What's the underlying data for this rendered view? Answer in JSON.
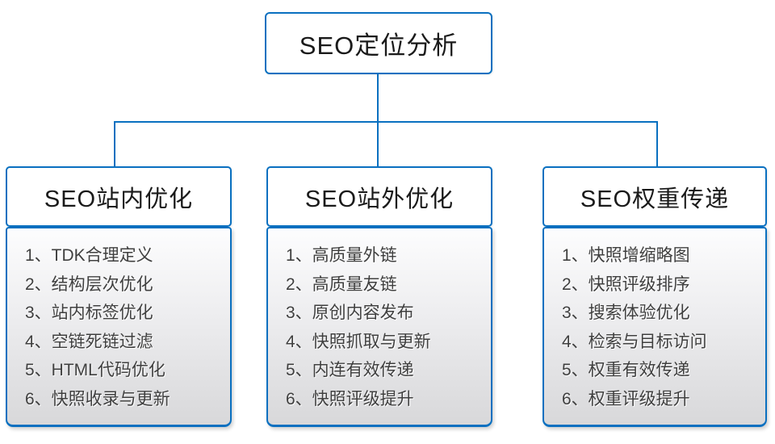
{
  "root": {
    "title": "SEO定位分析"
  },
  "columns": [
    {
      "title": "SEO站内优化",
      "items": [
        "1、TDK合理定义",
        "2、结构层次优化",
        "3、站内标签优化",
        "4、空链死链过滤",
        "5、HTML代码优化",
        "6、快照收录与更新"
      ]
    },
    {
      "title": "SEO站外优化",
      "items": [
        "1、高质量外链",
        "2、高质量友链",
        "3、原创内容发布",
        "4、快照抓取与更新",
        "5、内连有效传递",
        "6、快照评级提升"
      ]
    },
    {
      "title": "SEO权重传递",
      "items": [
        "1、快照增缩略图",
        "2、快照评级排序",
        "3、搜索体验优化",
        "4、检索与目标访问",
        "5、权重有效传递",
        "6、权重评级提升"
      ]
    }
  ],
  "colors": {
    "connector_and_border_blue": "#0a70c0",
    "heading_text": "#1a1a1a",
    "item_text": "#3f3f3f",
    "panel_gradient_top": "#fdfdfe",
    "panel_gradient_bottom": "#d8d8da"
  }
}
